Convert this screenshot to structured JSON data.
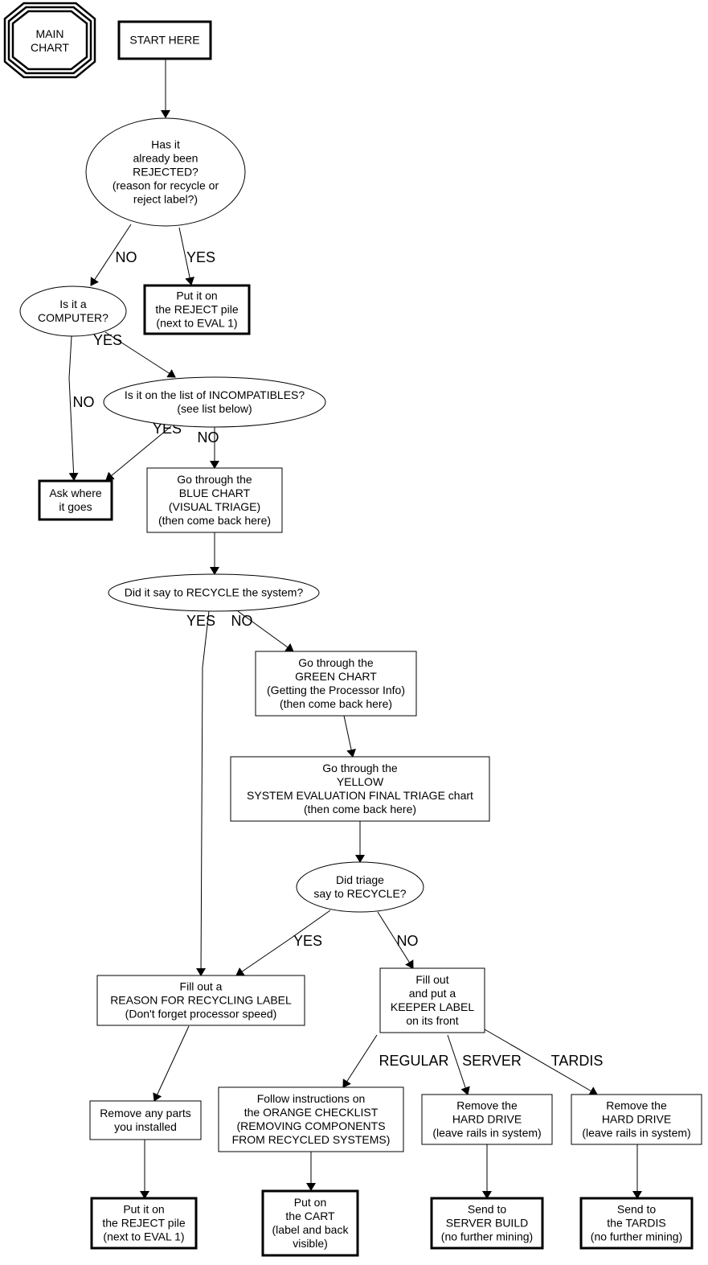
{
  "title_badge": {
    "lines": [
      "MAIN",
      "CHART"
    ]
  },
  "nodes": [
    {
      "id": "start",
      "shape": "box-bold",
      "lines": [
        "START HERE"
      ]
    },
    {
      "id": "rejected_q",
      "shape": "ellipse",
      "lines": [
        "Has it",
        "already been",
        "REJECTED?",
        "(reason for recycle or",
        "reject label?)"
      ]
    },
    {
      "id": "reject_pile_1",
      "shape": "box-bold",
      "lines": [
        "Put it on",
        "the REJECT pile",
        "(next to EVAL 1)"
      ]
    },
    {
      "id": "computer_q",
      "shape": "ellipse",
      "lines": [
        "Is it a",
        "COMPUTER?"
      ]
    },
    {
      "id": "incompat_q",
      "shape": "ellipse",
      "lines": [
        "Is it on the list of INCOMPATIBLES?",
        "(see list below)"
      ]
    },
    {
      "id": "ask_where",
      "shape": "box-bold",
      "lines": [
        "Ask where",
        "it goes"
      ]
    },
    {
      "id": "blue_chart",
      "shape": "box",
      "lines": [
        "Go through the",
        "BLUE CHART",
        "(VISUAL TRIAGE)",
        "(then come back here)"
      ]
    },
    {
      "id": "recycle_q",
      "shape": "ellipse",
      "lines": [
        "Did it say to RECYCLE the system?"
      ]
    },
    {
      "id": "green_chart",
      "shape": "box",
      "lines": [
        "Go through the",
        "GREEN CHART",
        "(Getting the Processor Info)",
        "(then come back here)"
      ]
    },
    {
      "id": "yellow_chart",
      "shape": "box",
      "lines": [
        "Go through the",
        "YELLOW",
        "SYSTEM EVALUATION FINAL TRIAGE chart",
        "(then come back here)"
      ]
    },
    {
      "id": "triage_q",
      "shape": "ellipse",
      "lines": [
        "Did triage",
        "say to RECYCLE?"
      ]
    },
    {
      "id": "recycle_label",
      "shape": "box",
      "lines": [
        "Fill out a",
        "REASON FOR RECYCLING LABEL",
        "(Don't forget processor speed)"
      ]
    },
    {
      "id": "keeper_label",
      "shape": "box",
      "lines": [
        "Fill out",
        "and put a",
        "KEEPER LABEL",
        "on its front"
      ]
    },
    {
      "id": "remove_parts",
      "shape": "box",
      "lines": [
        "Remove any parts",
        "you installed"
      ]
    },
    {
      "id": "orange_checklist",
      "shape": "box",
      "lines": [
        "Follow instructions on",
        "the ORANGE CHECKLIST",
        "(REMOVING COMPONENTS",
        "FROM RECYCLED SYSTEMS)"
      ]
    },
    {
      "id": "hd_server",
      "shape": "box",
      "lines": [
        "Remove the",
        "HARD DRIVE",
        "(leave rails in system)"
      ]
    },
    {
      "id": "hd_tardis",
      "shape": "box",
      "lines": [
        "Remove the",
        "HARD DRIVE",
        "(leave rails in system)"
      ]
    },
    {
      "id": "reject_pile_2",
      "shape": "box-bold",
      "lines": [
        "Put it on",
        "the REJECT pile",
        "(next to EVAL 1)"
      ]
    },
    {
      "id": "cart",
      "shape": "box-bold",
      "lines": [
        "Put on",
        "the CART",
        "(label and back",
        "visible)"
      ]
    },
    {
      "id": "server_build",
      "shape": "box-bold",
      "lines": [
        "Send to",
        "SERVER BUILD",
        "(no further mining)"
      ]
    },
    {
      "id": "tardis",
      "shape": "box-bold",
      "lines": [
        "Send to",
        "the TARDIS",
        "(no further mining)"
      ]
    }
  ],
  "edges": [
    {
      "from": "start",
      "to": "rejected_q",
      "label": ""
    },
    {
      "from": "rejected_q",
      "to": "computer_q",
      "label": "NO"
    },
    {
      "from": "rejected_q",
      "to": "reject_pile_1",
      "label": "YES"
    },
    {
      "from": "computer_q",
      "to": "ask_where",
      "label": "NO"
    },
    {
      "from": "computer_q",
      "to": "incompat_q",
      "label": "YES"
    },
    {
      "from": "incompat_q",
      "to": "ask_where",
      "label": "YES"
    },
    {
      "from": "incompat_q",
      "to": "blue_chart",
      "label": "NO"
    },
    {
      "from": "blue_chart",
      "to": "recycle_q",
      "label": ""
    },
    {
      "from": "recycle_q",
      "to": "recycle_label",
      "label": "YES"
    },
    {
      "from": "recycle_q",
      "to": "green_chart",
      "label": "NO"
    },
    {
      "from": "green_chart",
      "to": "yellow_chart",
      "label": ""
    },
    {
      "from": "yellow_chart",
      "to": "triage_q",
      "label": ""
    },
    {
      "from": "triage_q",
      "to": "recycle_label",
      "label": "YES"
    },
    {
      "from": "triage_q",
      "to": "keeper_label",
      "label": "NO"
    },
    {
      "from": "recycle_label",
      "to": "remove_parts",
      "label": ""
    },
    {
      "from": "keeper_label",
      "to": "orange_checklist",
      "label": "REGULAR"
    },
    {
      "from": "keeper_label",
      "to": "hd_server",
      "label": "SERVER"
    },
    {
      "from": "keeper_label",
      "to": "hd_tardis",
      "label": "TARDIS"
    },
    {
      "from": "remove_parts",
      "to": "reject_pile_2",
      "label": ""
    },
    {
      "from": "orange_checklist",
      "to": "cart",
      "label": ""
    },
    {
      "from": "hd_server",
      "to": "server_build",
      "label": ""
    },
    {
      "from": "hd_tardis",
      "to": "tardis",
      "label": ""
    }
  ]
}
